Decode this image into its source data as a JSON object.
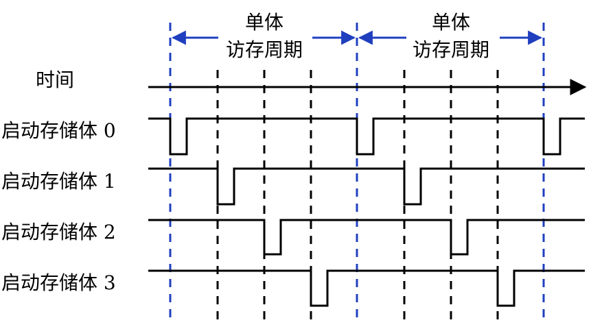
{
  "time_label": "时间",
  "period_label_line1": "单体",
  "period_label_line2": "访存周期",
  "rows": [
    {
      "label": "启动存储体 0"
    },
    {
      "label": "启动存储体 1"
    },
    {
      "label": "启动存储体 2"
    },
    {
      "label": "启动存储体 3"
    }
  ],
  "colors": {
    "line": "#000000",
    "accent": "#1f3fbf"
  }
}
